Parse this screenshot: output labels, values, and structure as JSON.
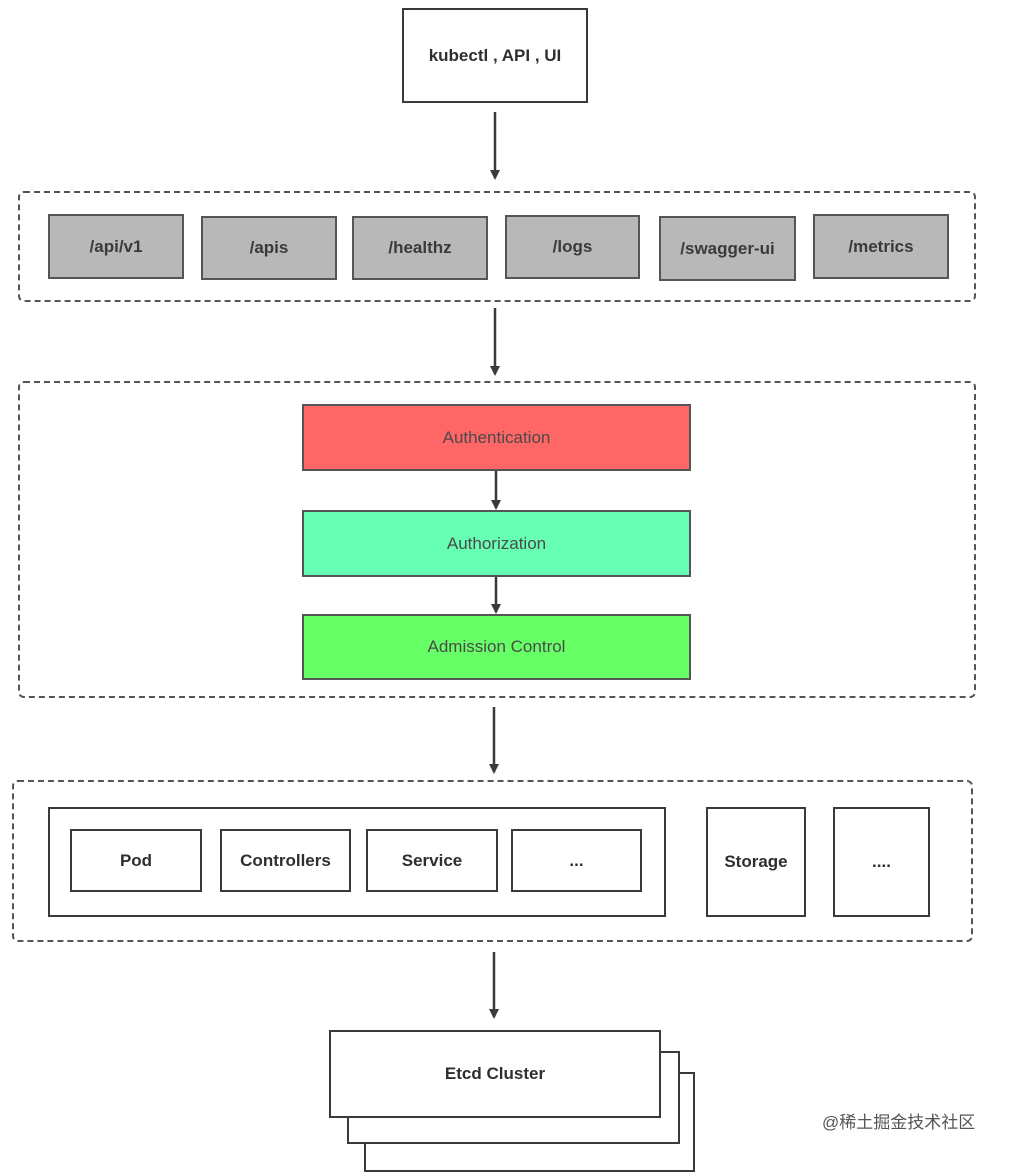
{
  "top": {
    "label": "kubectl , API , UI"
  },
  "endpoints": [
    "/api/v1",
    "/apis",
    "/healthz",
    "/logs",
    "/swagger-ui",
    "/metrics"
  ],
  "pipeline": {
    "authentication": "Authentication",
    "authorization": "Authorization",
    "admission": "Admission Control"
  },
  "registry": {
    "items": [
      "Pod",
      "Controllers",
      "Service",
      "..."
    ],
    "storage": "Storage",
    "more": "...."
  },
  "etcd": {
    "label": "Etcd Cluster"
  },
  "watermark": "@稀土掘金技术社区",
  "colors": {
    "authentication": "#ff6666",
    "authorization": "#66ffb3",
    "admission": "#66ff66",
    "endpoint": "#b8b8b8"
  }
}
